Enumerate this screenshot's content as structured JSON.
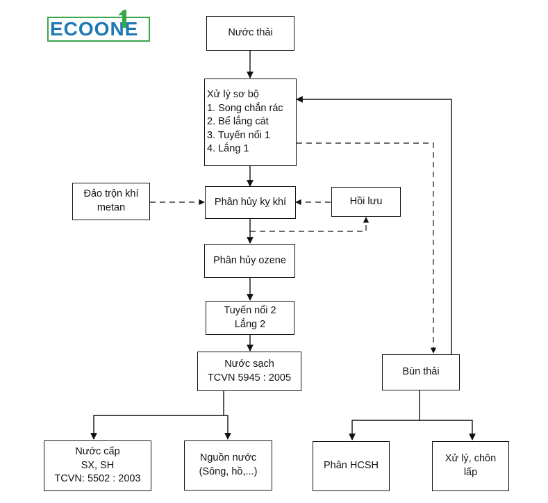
{
  "logo": {
    "text": "ECOONE"
  },
  "nodes": {
    "wastewater": [
      "Nước thải"
    ],
    "pretreatment": [
      "Xử lý sơ bộ",
      "1. Song chắn rác",
      "2. Bể lắng cát",
      "3. Tuyến nổi 1",
      "4. Lắng 1"
    ],
    "mix_methane": [
      "Đảo trộn khí",
      "metan"
    ],
    "anaerobic": [
      "Phân hủy kỵ khí"
    ],
    "recirculation": [
      "Hồi lưu"
    ],
    "ozone": [
      "Phân hủy ozene"
    ],
    "flotation2": [
      "Tuyến nổi 2",
      "Lắng 2"
    ],
    "clean_water": [
      "Nước sạch",
      "TCVN 5945 : 2005"
    ],
    "sludge": [
      "Bùn thải"
    ],
    "supply_water": [
      "Nước  cấp",
      "SX, SH",
      "TCVN: 5502 : 2003"
    ],
    "water_source": [
      "Nguồn nước",
      "(Sông, hồ,...)"
    ],
    "organic": [
      "Phân HCSH"
    ],
    "landfill": [
      "Xử lý, chôn",
      "lấp"
    ]
  },
  "colors": {
    "line": "#111111",
    "logo_blue": "#1e78b4",
    "logo_green": "#37a84a"
  }
}
